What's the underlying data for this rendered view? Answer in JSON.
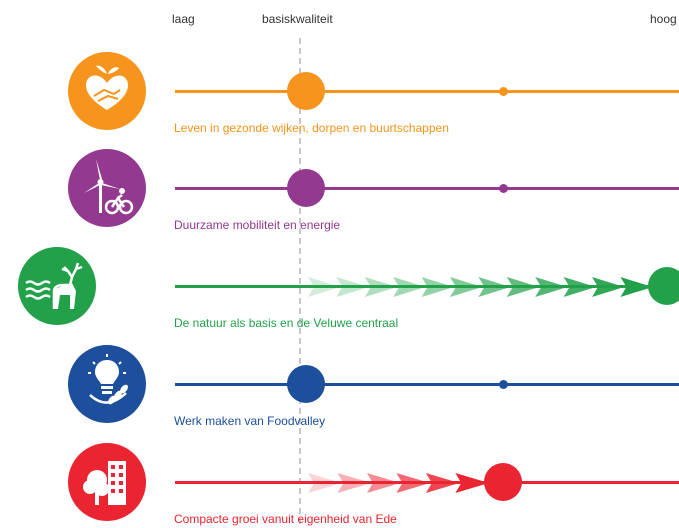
{
  "header": {
    "low": "laag",
    "base": "basiskwaliteit",
    "high": "hoog"
  },
  "scale": {
    "base_level": 0.2,
    "mid_level": 0.5
  },
  "themes": [
    {
      "label": "Leven in gezonde wijken, dorpen en buurtschappen",
      "color": "#f7941d",
      "icon": "apple-heart-hands-icon",
      "current": 0.2,
      "target": 0.5,
      "progress_arrows": 0
    },
    {
      "label": "Duurzame mobiliteit en energie",
      "color": "#93398f",
      "icon": "wind-turbine-cyclist-icon",
      "current": 0.2,
      "target": 0.5,
      "progress_arrows": 0
    },
    {
      "label": "De natuur als basis en de Veluwe centraal",
      "color": "#22a14a",
      "icon": "deer-water-icon",
      "current": 0.2,
      "target": 0.75,
      "progress_arrows": 12
    },
    {
      "label": "Werk maken van Foodvalley",
      "color": "#1d4f9c",
      "icon": "lightbulb-wheat-icon",
      "current": 0.2,
      "target": 0.5,
      "progress_arrows": 0
    },
    {
      "label": "Compacte groei vanuit eigenheid van Ede",
      "color": "#ea2430",
      "icon": "tree-building-icon",
      "current": 0.2,
      "target": 0.5,
      "progress_arrows": 6
    }
  ]
}
